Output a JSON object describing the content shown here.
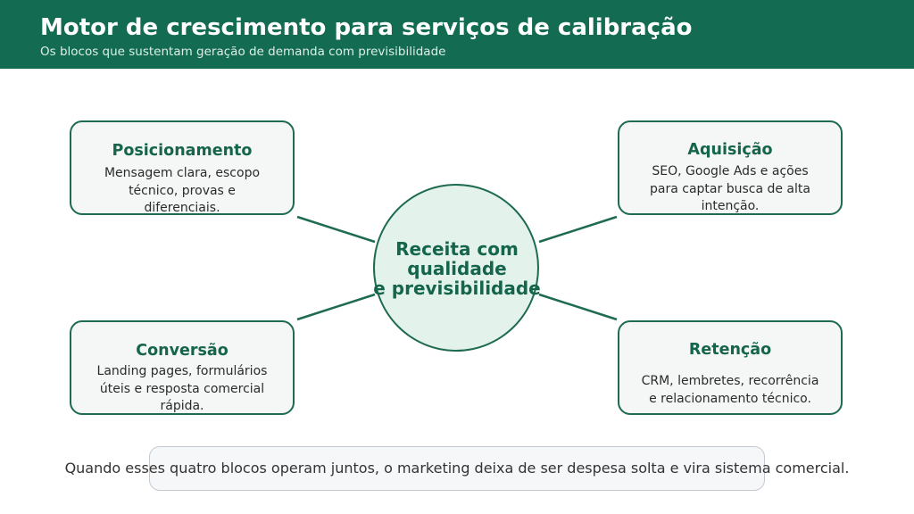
{
  "header": {
    "title": "Motor de crescimento para serviços de calibração",
    "subtitle": "Os blocos que sustentam geração de demanda com previsibilidade"
  },
  "center": {
    "lines": [
      "Receita com",
      "qualidade",
      "e previsibilidade"
    ]
  },
  "blocks": [
    {
      "title": "Posicionamento",
      "description": "Mensagem clara, escopo técnico, provas e diferenciais."
    },
    {
      "title": "Aquisição",
      "description": "SEO, Google Ads e ações para captar busca de alta intenção."
    },
    {
      "title": "Conversão",
      "description": "Landing pages, formulários úteis e resposta comercial rápida."
    },
    {
      "title": "Retenção",
      "description": "CRM, lembretes, recorrência e relacionamento técnico."
    }
  ],
  "footer": {
    "note": "Quando esses quatro blocos operam juntos, o marketing deixa de ser despesa solta e vira sistema comercial."
  },
  "colors": {
    "brand": "#136b51",
    "accent_text": "#15654c",
    "box_fill": "#f4f7f5",
    "center_fill": "#e3f3ec"
  }
}
